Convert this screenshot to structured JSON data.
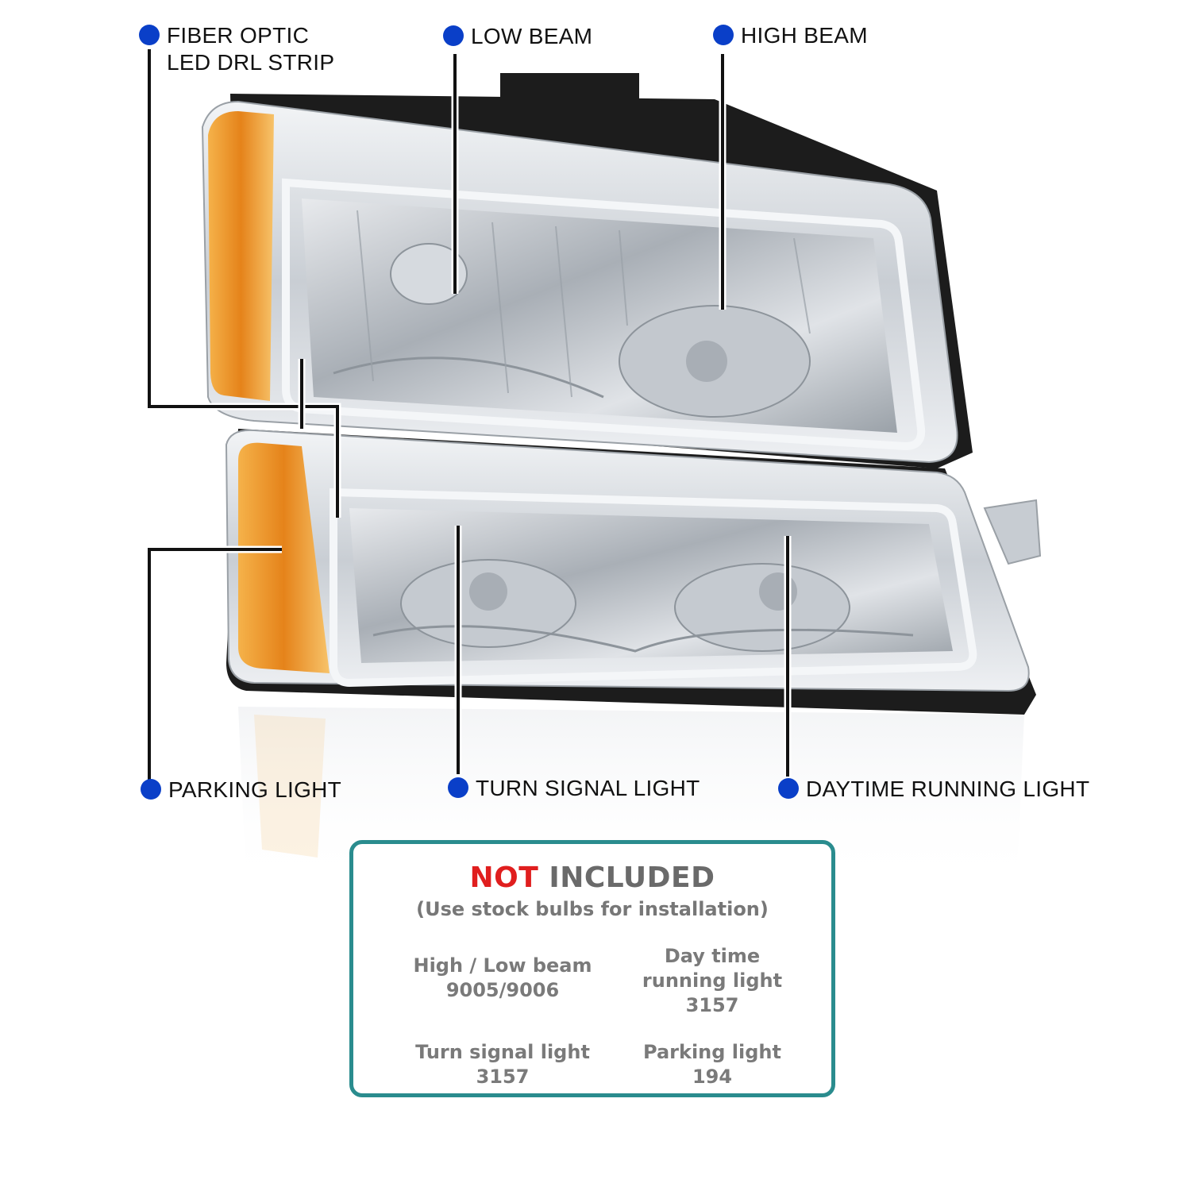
{
  "colors": {
    "dot": "#0a3fc8",
    "box_border": "#2a8c8e",
    "not_red": "#e01e1e",
    "amber": "#f29a1a",
    "chrome": "#d9dde2",
    "housing_black": "#1c1c1c"
  },
  "callouts": {
    "fiber_optic": {
      "line1": "FIBER OPTIC",
      "line2": "LED DRL STRIP"
    },
    "low_beam": {
      "label": "LOW BEAM"
    },
    "high_beam": {
      "label": "HIGH BEAM"
    },
    "parking_light": {
      "label": "PARKING LIGHT"
    },
    "turn_signal": {
      "label": "TURN SIGNAL LIGHT"
    },
    "daytime_running": {
      "label": "DAYTIME RUNNING LIGHT"
    }
  },
  "bulb_box": {
    "not_word": "NOT",
    "included_word": "INCLUDED",
    "subtitle": "(Use stock bulbs for installation)",
    "items": [
      {
        "lines": [
          "High / Low beam",
          "9005/9006"
        ]
      },
      {
        "lines": [
          "Day time",
          "running light",
          "3157"
        ]
      },
      {
        "lines": [
          "Turn signal light",
          "3157"
        ]
      },
      {
        "lines": [
          "Parking light",
          "194"
        ]
      }
    ]
  }
}
